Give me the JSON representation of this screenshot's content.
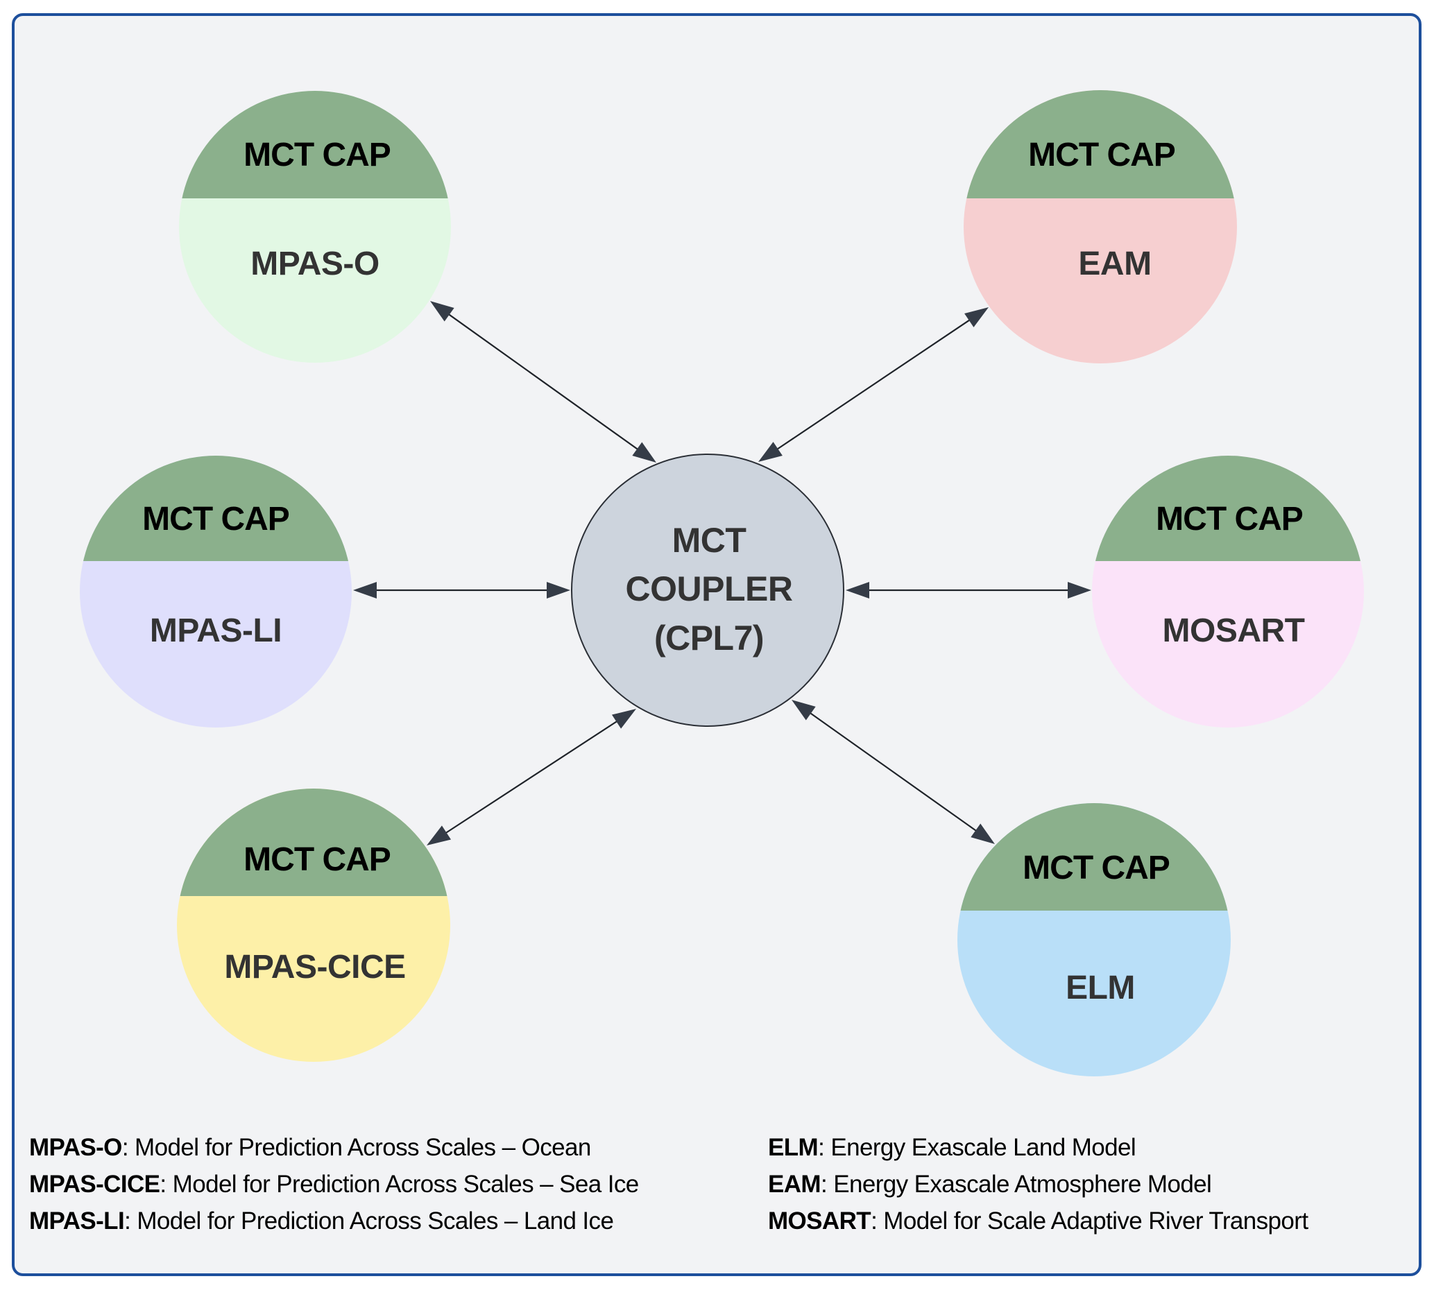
{
  "diagram": {
    "coupler": {
      "lines": [
        "MCT",
        "COUPLER",
        "(CPL7)"
      ],
      "fill": "#cdd4dd",
      "stroke": "#2b2f36"
    },
    "cap_label": "MCT CAP",
    "cap_color": "#8bb08c",
    "arrow_color": "#353c47",
    "components": [
      {
        "id": "mpas-o",
        "label": "MPAS-O",
        "fill": "#e2f8e4"
      },
      {
        "id": "eam",
        "label": "EAM",
        "fill": "#f6cfd0"
      },
      {
        "id": "mpas-li",
        "label": "MPAS-LI",
        "fill": "#dfdffc"
      },
      {
        "id": "mosart",
        "label": "MOSART",
        "fill": "#fbe3f9"
      },
      {
        "id": "mpas-cice",
        "label": "MPAS-CICE",
        "fill": "#fdf0a8"
      },
      {
        "id": "elm",
        "label": "ELM",
        "fill": "#b9dff8"
      }
    ],
    "connections": [
      {
        "from": "mpas-o",
        "to": "coupler",
        "bidirectional": true
      },
      {
        "from": "eam",
        "to": "coupler",
        "bidirectional": true
      },
      {
        "from": "mpas-li",
        "to": "coupler",
        "bidirectional": true
      },
      {
        "from": "mosart",
        "to": "coupler",
        "bidirectional": true
      },
      {
        "from": "mpas-cice",
        "to": "coupler",
        "bidirectional": true
      },
      {
        "from": "elm",
        "to": "coupler",
        "bidirectional": true
      }
    ]
  },
  "legend": {
    "left": [
      {
        "term": "MPAS-O",
        "definition": ": Model for Prediction Across Scales – Ocean"
      },
      {
        "term": "MPAS-CICE",
        "definition": ": Model for Prediction Across Scales – Sea Ice"
      },
      {
        "term": "MPAS-LI",
        "definition": ": Model for Prediction Across Scales – Land Ice"
      }
    ],
    "right": [
      {
        "term": "ELM",
        "definition": ": Energy Exascale Land Model"
      },
      {
        "term": "EAM",
        "definition": ": Energy Exascale Atmosphere Model"
      },
      {
        "term": "MOSART",
        "definition": ": Model for Scale Adaptive River Transport"
      }
    ]
  },
  "frame_color": "#1d4f9c",
  "background_color": "#f2f3f5"
}
